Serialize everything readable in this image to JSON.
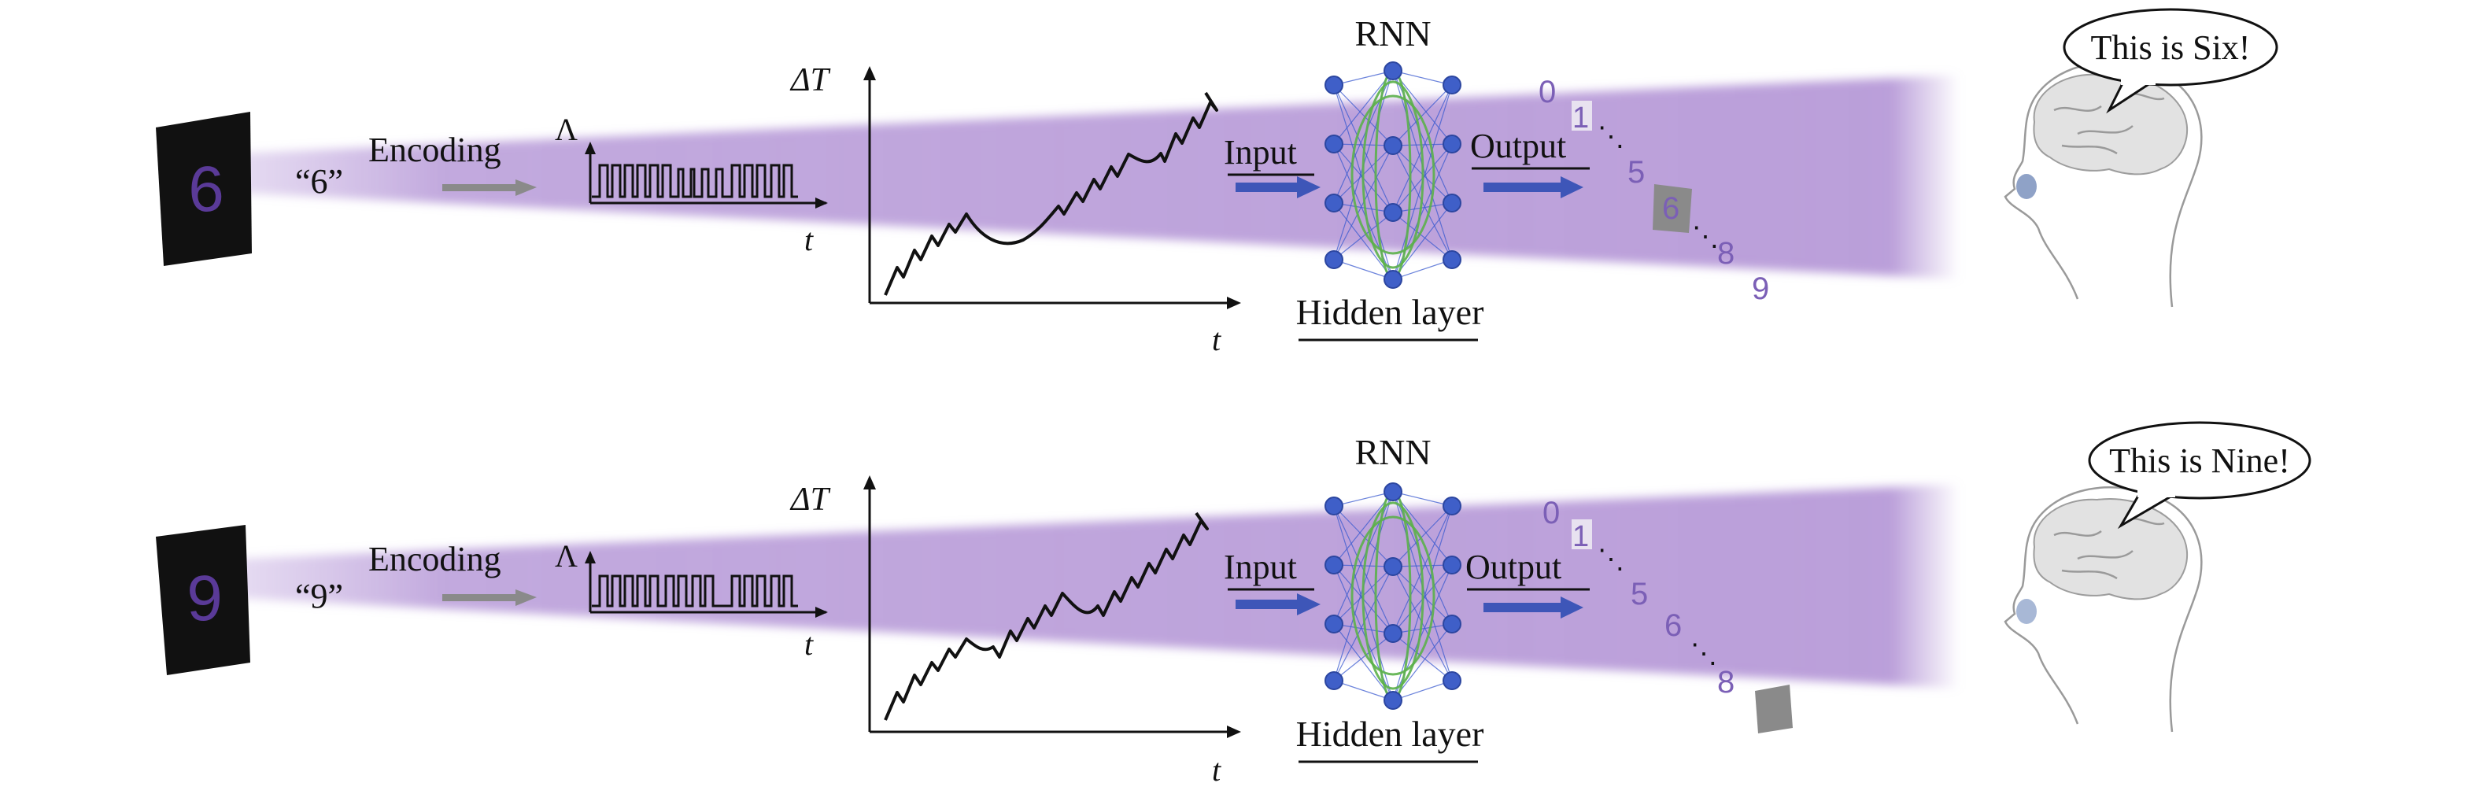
{
  "rows": [
    {
      "card_digit": "6",
      "quote": "“6”",
      "encoding_label": "Encoding",
      "lambda_label": "Λ",
      "t_label": "t",
      "delta_t_label": "ΔT",
      "rnn_label": "RNN",
      "input_label": "Input",
      "output_label": "Output",
      "hidden_label": "Hidden layer",
      "output_digits": [
        "0",
        "1",
        "5",
        "6",
        "8",
        "9"
      ],
      "highlighted_digit": "6",
      "speech": "This is Six!"
    },
    {
      "card_digit": "9",
      "quote": "“9”",
      "encoding_label": "Encoding",
      "lambda_label": "Λ",
      "t_label": "t",
      "delta_t_label": "ΔT",
      "rnn_label": "RNN",
      "input_label": "Input",
      "output_label": "Output",
      "hidden_label": "Hidden layer",
      "output_digits": [
        "0",
        "1",
        "5",
        "6",
        "8"
      ],
      "highlighted_digit": "9",
      "speech": "This is Nine!"
    }
  ],
  "colors": {
    "beam": "#b79ad8",
    "card": "#111111",
    "card_digit": "#5a3a98",
    "nodes": "#3f5fc8",
    "recurrent_links": "#5bb04a",
    "highlight_marker": "#8a8a8a"
  },
  "icons": [
    "digit-card",
    "encoding-arrow-icon",
    "input-arrow-icon",
    "output-arrow-icon",
    "human-head-icon",
    "brain-icon",
    "eye-icon",
    "speech-bubble-icon"
  ]
}
